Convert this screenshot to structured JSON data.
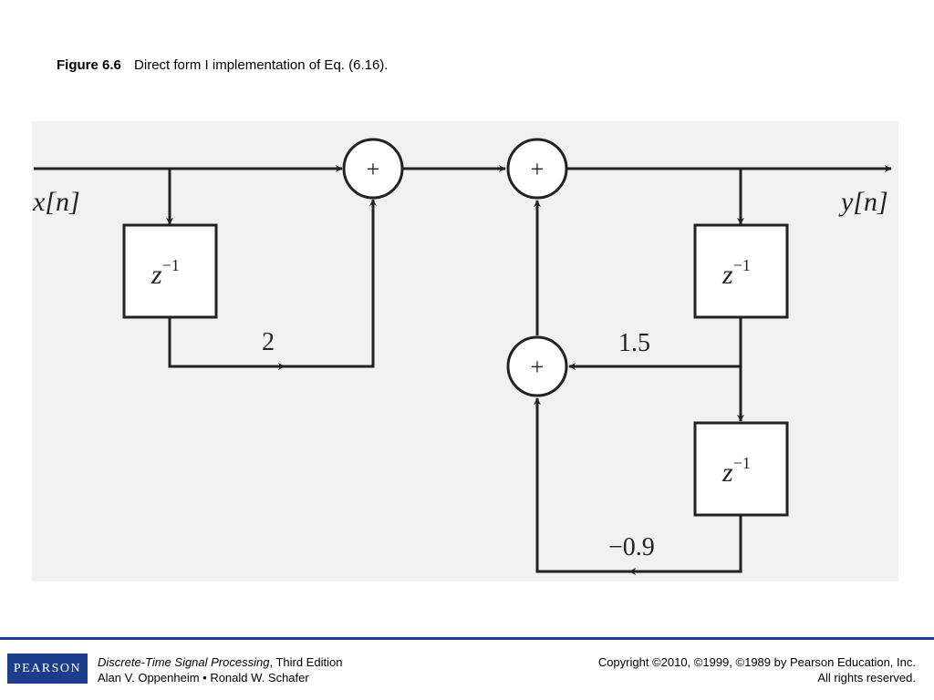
{
  "caption": {
    "figure_label": "Figure 6.6",
    "text": "Direct form I implementation of Eq. (6.16)."
  },
  "diagram": {
    "input_label": "x[n]",
    "output_label": "y[n]",
    "adder_symbol": "+",
    "delay_base": "z",
    "delay_exp": "−1",
    "gains": {
      "feedforward": "2",
      "feedback_1": "1.5",
      "feedback_2": "−0.9"
    }
  },
  "footer": {
    "logo_text": "PEARSON",
    "book_title": "Discrete-Time Signal Processing",
    "book_edition": ", Third Edition",
    "authors": "Alan V. Oppenheim • Ronald W. Schafer",
    "copyright": "Copyright ©2010, ©1999, ©1989 by Pearson Education, Inc.",
    "rights": "All rights reserved."
  },
  "colors": {
    "brand_blue": "#1c3c8c",
    "rule_blue": "#1f3a9a",
    "panel_gray": "#f1f1f1",
    "ink": "#222222"
  }
}
